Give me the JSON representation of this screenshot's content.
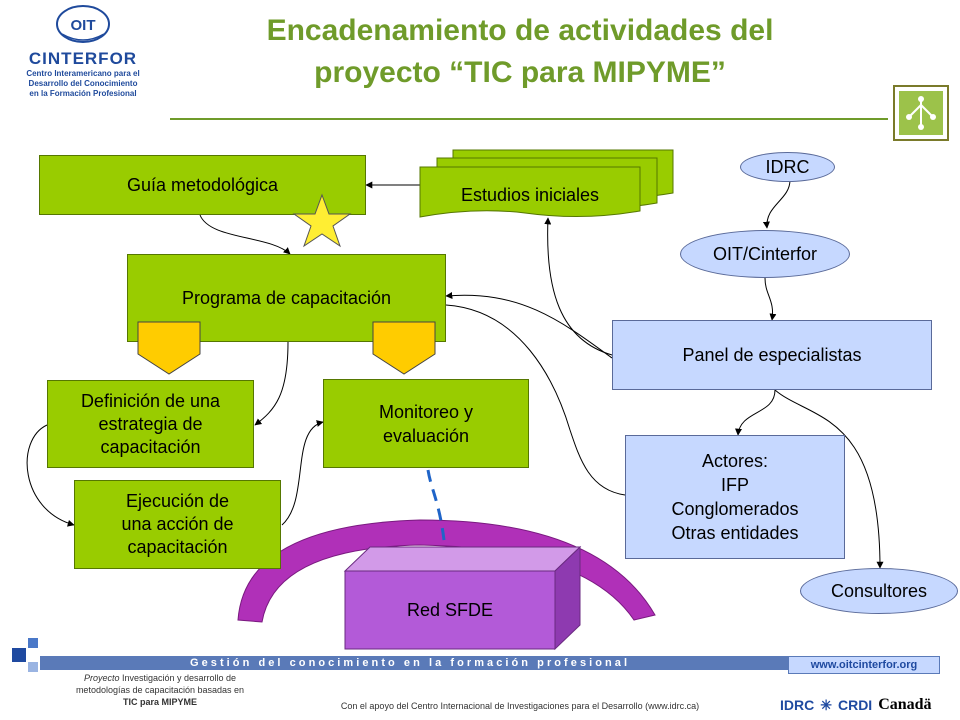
{
  "header": {
    "logo_text": "CINTERFOR",
    "logo_emblem_text": "OIT",
    "logo_subtitle_lines": [
      "Centro Interamericano para el",
      "Desarrollo del Conocimiento",
      "en la Formación Profesional"
    ],
    "title_line1": "Encadenamiento de actividades del",
    "title_line2": "proyecto “TIC para MIPYME”"
  },
  "diagram": {
    "nodes": {
      "guia": "Guía metodológica",
      "estudios": "Estudios iniciales",
      "idrc": "IDRC",
      "oit": "OIT/Cinterfor",
      "programa": "Programa de capacitación",
      "panel": "Panel de especialistas",
      "definicion": [
        "Definición de una",
        "estrategia de",
        "capacitación"
      ],
      "monitoreo": [
        "Monitoreo y",
        "evaluación"
      ],
      "actores": [
        "Actores:",
        "IFP",
        "Conglomerados",
        "Otras entidades"
      ],
      "ejecucion": [
        "Ejecución de",
        "una acción de",
        "capacitación"
      ],
      "consultores": "Consultores",
      "red": "Red SFDE"
    },
    "colors": {
      "green_box": "#99cc00",
      "blue_box": "#c6d8ff",
      "purple_box": "#b35ad8",
      "arc": "#b030b8",
      "star": "#ffee33",
      "pentagon": "#ffcc00",
      "dashed_arrow": "#1f64c8"
    }
  },
  "footer": {
    "band_text": "G e s t i ó n   d e l   c o n o c i m i e n t o   e n   l a   f o r m a c i ó n   p r o f e s i o n a l",
    "website": "www.oitcinterfor.org",
    "project_label": "Proyecto",
    "project_rest": " Investigación y desarrollo de",
    "project_line2": "metodologías de capacitación basadas en",
    "project_line3": "TIC para MIPYME",
    "support_text": "Con el apoyo del Centro Internacional de Investigaciones para el Desarrollo (www.idrc.ca)",
    "logo_idrc": "IDRC",
    "logo_crdi": "CRDI",
    "logo_canada": "Canadä"
  }
}
